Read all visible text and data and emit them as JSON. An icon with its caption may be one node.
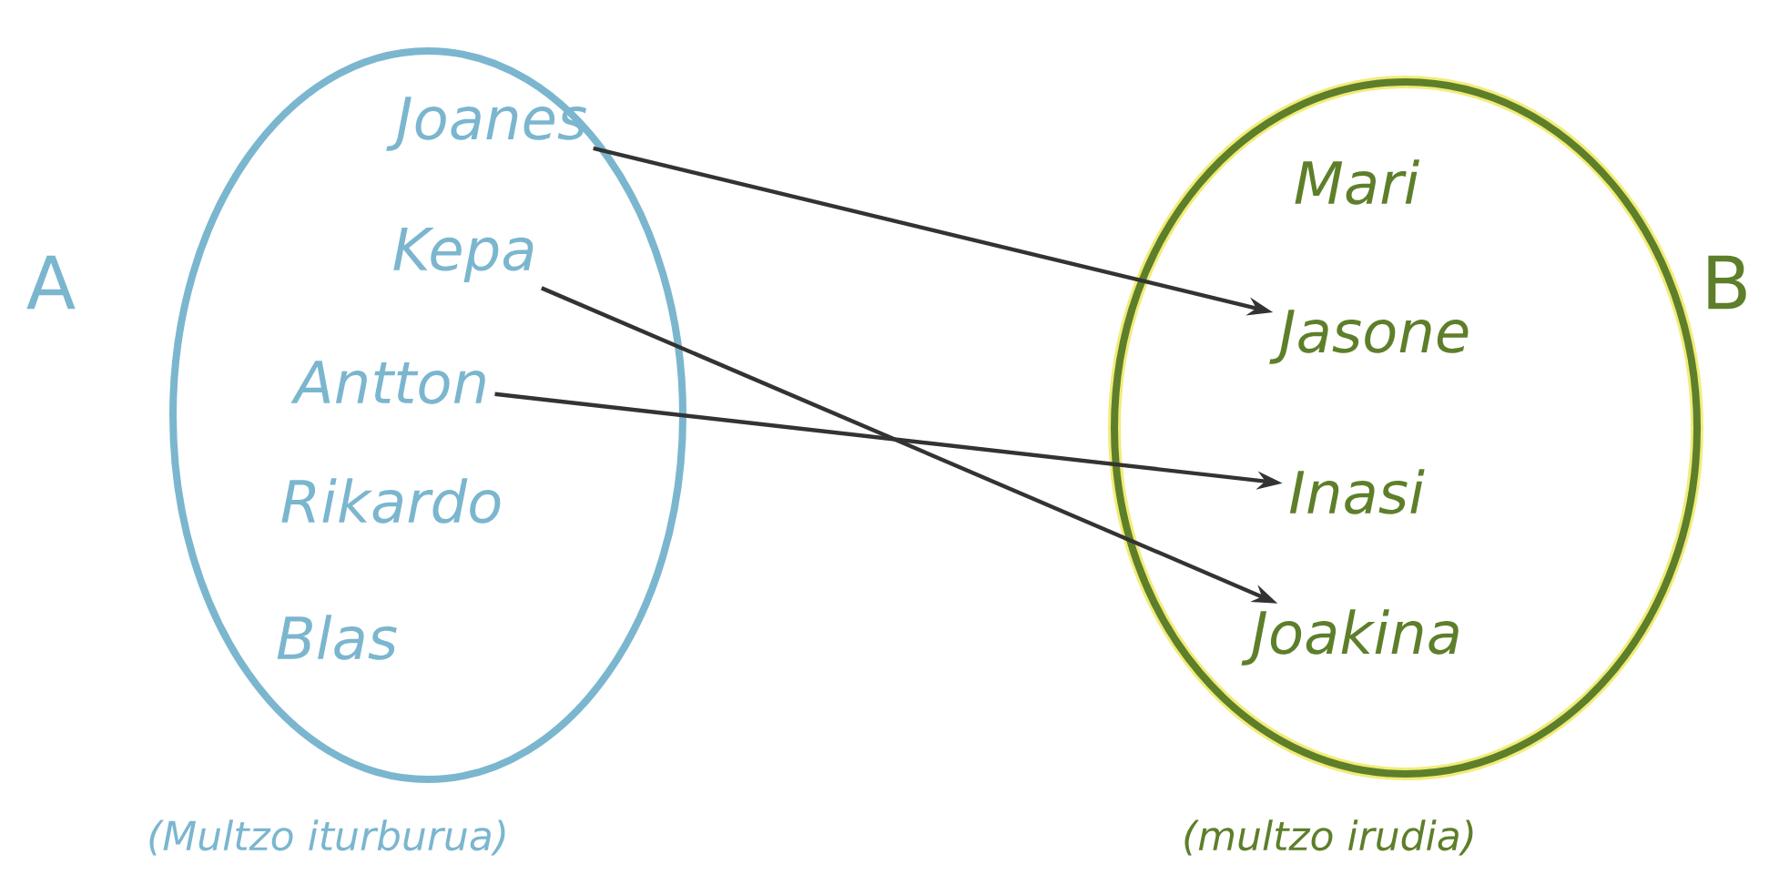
{
  "diagram": {
    "nodes": [
      {
        "text": [
          "A"
        ],
        "beside": [
          "(Multzo iturburua)"
        ]
      },
      {
        "text": [
          "Joanes"
        ],
        "in": 0
      },
      {
        "text": [
          "Kepa"
        ],
        "in": 0
      },
      {
        "text": [
          "Antton"
        ],
        "in": 0
      },
      {
        "text": [
          "Rikardo"
        ],
        "in": 0
      },
      {
        "text": [
          "Blas"
        ],
        "in": 0
      },
      {
        "text": [
          "B"
        ],
        "beside": [
          "(multzo irudia)"
        ]
      },
      {
        "text": [
          "Mari"
        ],
        "in": 6
      },
      {
        "text": [
          "Jasone"
        ],
        "in": 6
      },
      {
        "text": [
          "Inasi"
        ],
        "in": 6
      },
      {
        "text": [
          "Joakina"
        ],
        "in": 6
      }
    ],
    "edges": [
      {
        "from": 1,
        "to": 8,
        "arrow": "to"
      },
      {
        "from": 2,
        "to": 10,
        "arrow": "to"
      },
      {
        "from": 3,
        "to": 9,
        "arrow": "to"
      }
    ]
  }
}
